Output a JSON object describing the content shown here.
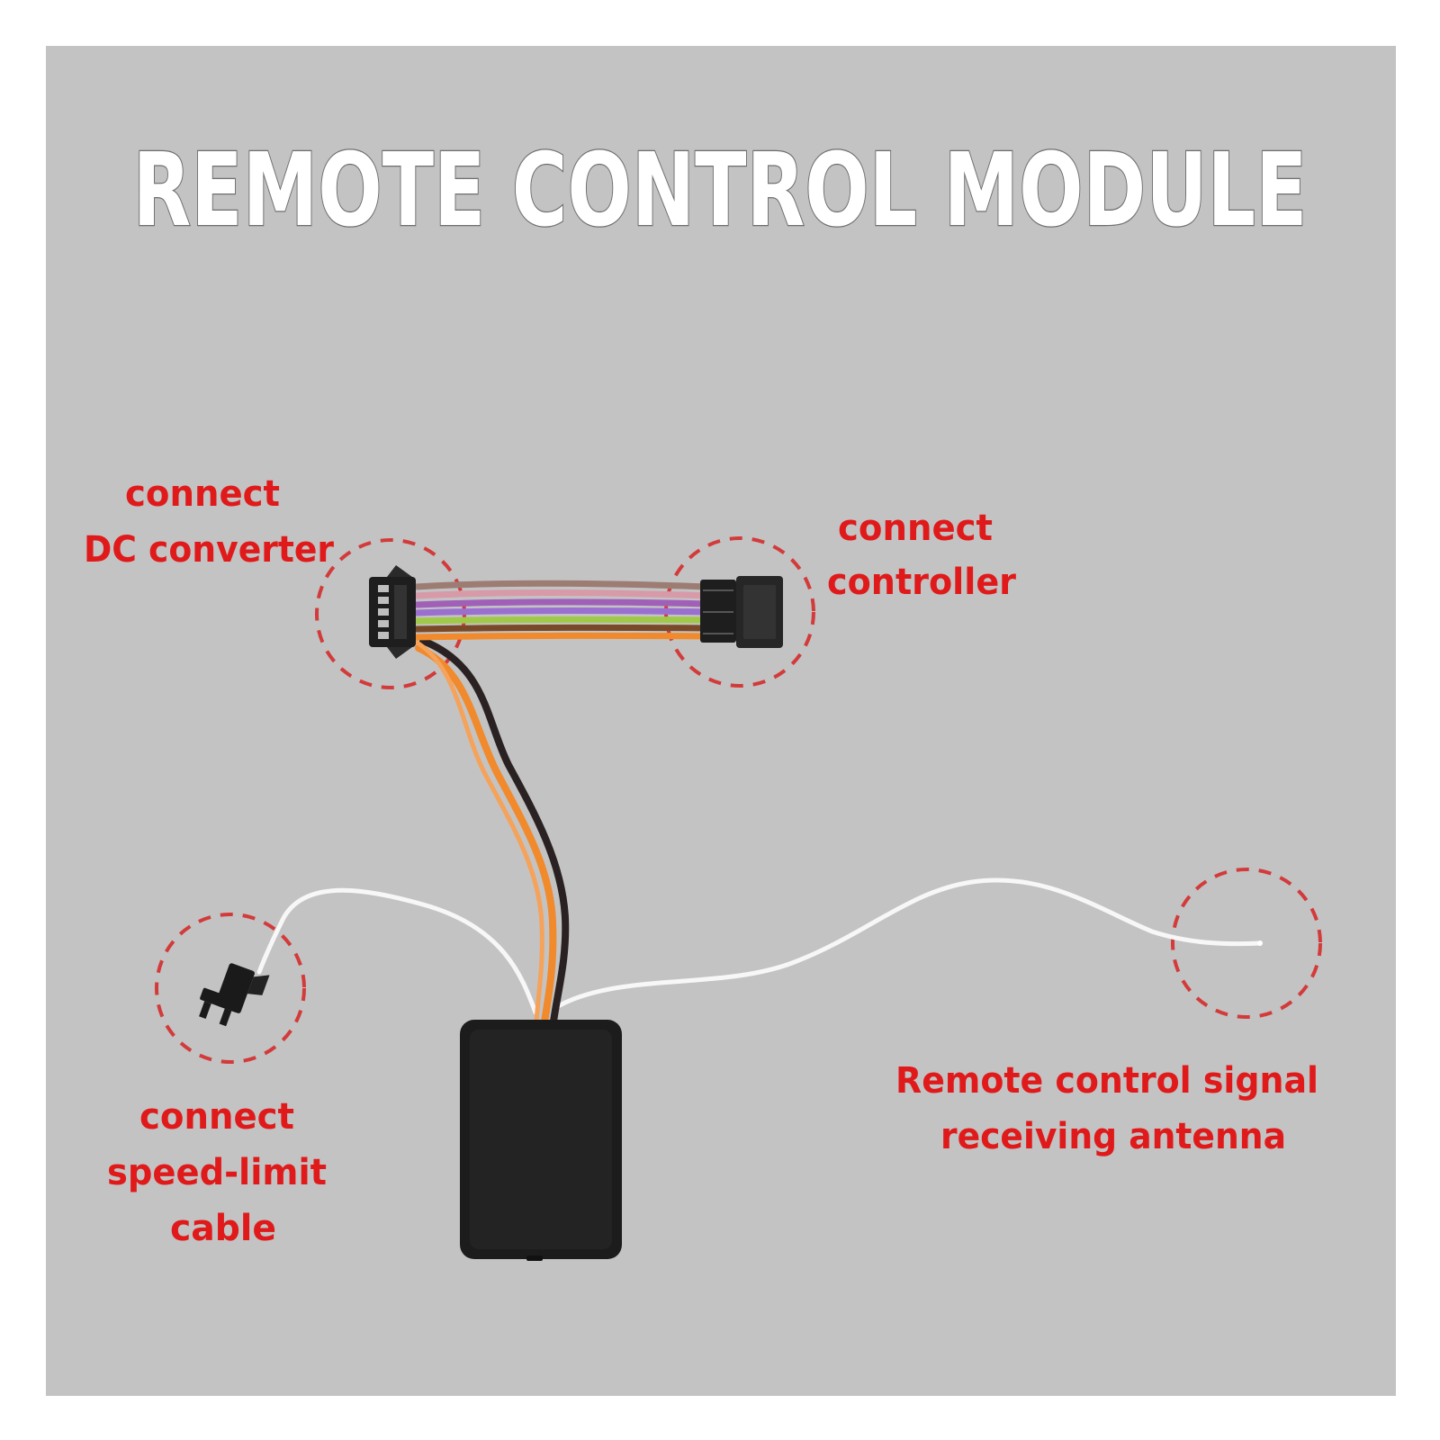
{
  "title": "REMOTE CONTROL MODULE",
  "callouts": {
    "dc_converter": {
      "line1": "connect",
      "line2": "DC converter"
    },
    "controller": {
      "line1": "connect",
      "line2": "controller"
    },
    "speed_limit": {
      "line1": "connect",
      "line2": "speed-limit",
      "line3": "cable"
    },
    "antenna": {
      "line1": "Remote control signal",
      "line2": "receiving antenna"
    }
  },
  "colors": {
    "background": "#c3c3c3",
    "title_text": "#ffffff",
    "callout_text": "#e01a1a",
    "ring": "#d33a3a",
    "module_body": "#1c1c1c",
    "connector": "#1e1e1e",
    "wire_orange": "#f08a2c",
    "wire_black": "#2a2222",
    "wire_white": "#f7f7f7",
    "ribbon": [
      "#9c7c73",
      "#d79aa8",
      "#a060b8",
      "#9a6fd0",
      "#a0c94a",
      "#7a4a28",
      "#f08a2c"
    ]
  },
  "icons": {
    "dc_connector": "6-pin-female-connector-icon",
    "controller_connector": "multi-pin-plug-icon",
    "speed_limit_connector": "2-pin-plug-icon",
    "module": "receiver-box-icon",
    "antenna_end": "antenna-wire-end-icon"
  }
}
